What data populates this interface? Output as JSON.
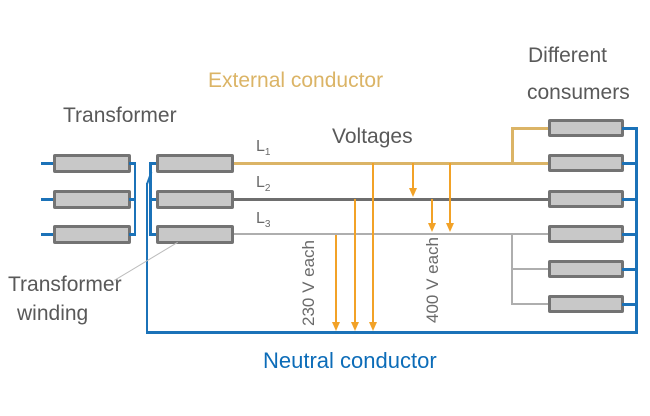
{
  "labels": {
    "transformer": "Transformer",
    "external_conductor": "External conductor",
    "different_consumers": [
      "Different",
      "consumers"
    ],
    "voltages": "Voltages",
    "transformer_winding": [
      "Transformer",
      "winding"
    ],
    "neutral_conductor": "Neutral conductor"
  },
  "phase_lines": [
    {
      "label": "L",
      "sub": "1",
      "color": "#DBB466"
    },
    {
      "label": "L",
      "sub": "2",
      "color": "#6E6E6E"
    },
    {
      "label": "L",
      "sub": "3",
      "color": "#AEAEAE"
    }
  ],
  "voltage_annotations": {
    "phase_to_neutral": "230 V each",
    "phase_to_phase": "400 V each"
  },
  "counts": {
    "primary_windings": 3,
    "secondary_windings": 3,
    "consumers": 6
  },
  "colors": {
    "tan": "#DBB466",
    "orange": "#F2A227",
    "blue": "#1B72B8",
    "neutral_label_blue": "#0C6CB8",
    "l2_gray": "#6E6E6E",
    "l3_gray": "#AEAEAE",
    "label_gray": "#595959",
    "winding_fill": "#C8C8C8",
    "winding_border": "#737373"
  }
}
